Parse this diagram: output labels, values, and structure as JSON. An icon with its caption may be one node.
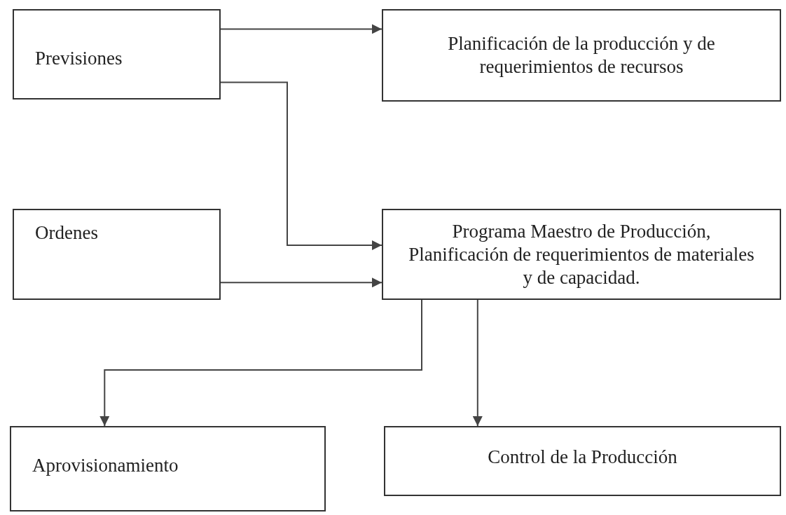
{
  "diagram": {
    "nodes": [
      {
        "text": [
          "Previsiones"
        ]
      },
      {
        "text": [
          "Planificación de la producción y de requerimientos de recursos"
        ]
      },
      {
        "text": [
          "Ordenes"
        ]
      },
      {
        "text": [
          "Programa Maestro de Producción, Planificación de requerimientos de materiales y de capacidad."
        ]
      },
      {
        "text": [
          "Aprovisionamiento"
        ]
      },
      {
        "text": [
          "Control de la Producción"
        ]
      }
    ],
    "edges": [
      {
        "from": 0,
        "to": 1,
        "arrow": "to"
      },
      {
        "from": 0,
        "to": 3,
        "arrow": "to"
      },
      {
        "from": 2,
        "to": 3,
        "arrow": "to"
      },
      {
        "from": 3,
        "to": 4,
        "arrow": "to"
      },
      {
        "from": 3,
        "to": 5,
        "arrow": "to"
      }
    ]
  }
}
